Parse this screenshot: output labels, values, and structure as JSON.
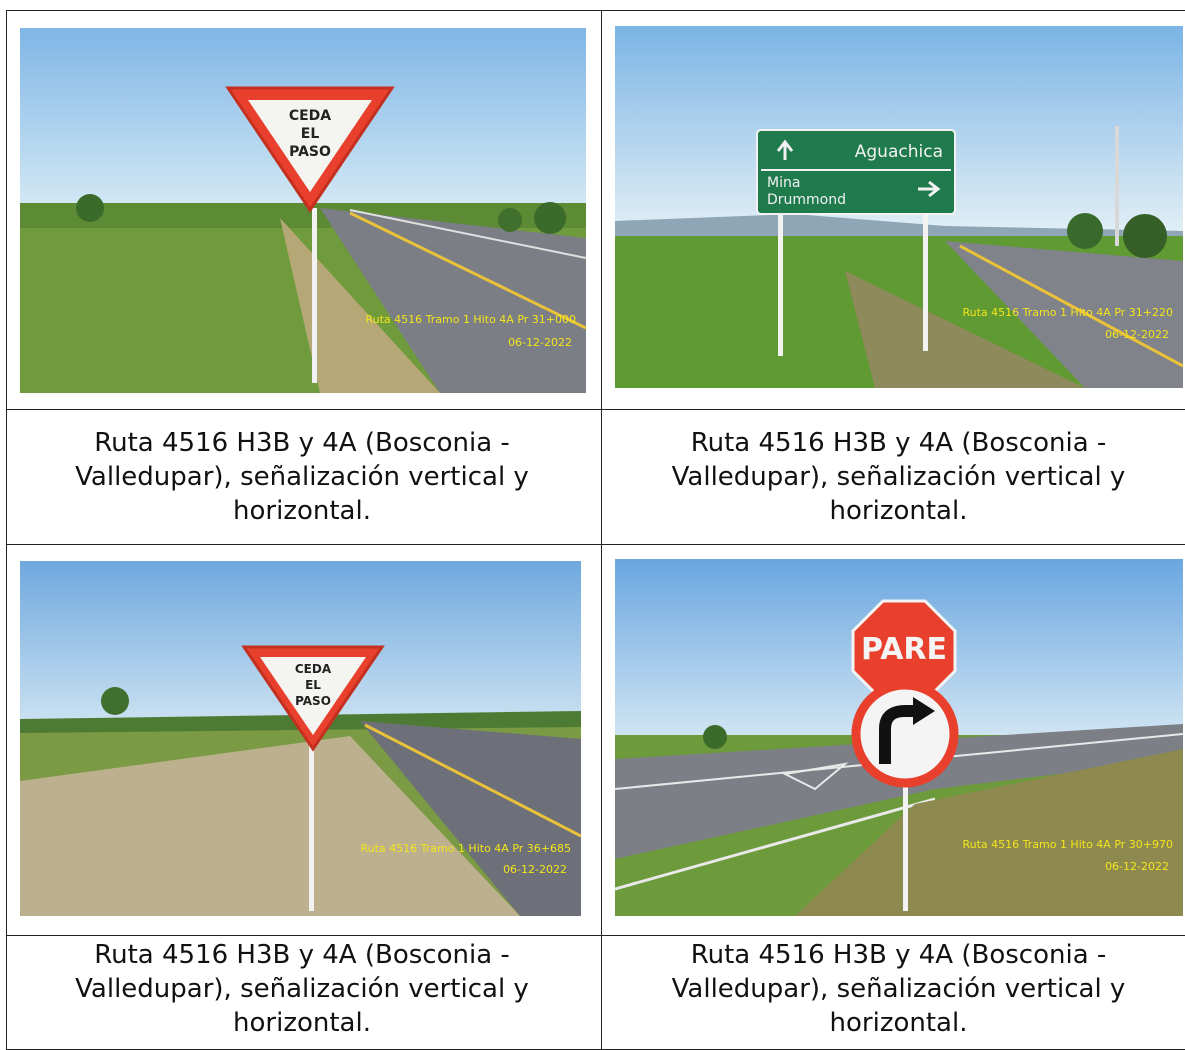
{
  "cells": [
    {
      "caption": "Ruta 4516 H3B y 4A (Bosconia - Valledupar), señalización vertical y horizontal.",
      "sign_type": "yield-sign",
      "sign_lines": [
        "CEDA",
        "EL",
        "PASO"
      ],
      "stamp_line1": "Ruta 4516 Tramo 1 Hito 4A  Pr 31+000",
      "stamp_line2": "06-12-2022"
    },
    {
      "caption": "Ruta 4516 H3B y 4A (Bosconia - Valledupar), señalización vertical y horizontal.",
      "sign_type": "destination-sign",
      "sign_line1": "Aguachica",
      "sign_line2a": "Mina",
      "sign_line2b": "Drummond",
      "stamp_line1": "Ruta 4516 Tramo 1 Hito 4A  Pr 31+220",
      "stamp_line2": "06-12-2022"
    },
    {
      "caption": "Ruta 4516 H3B y 4A (Bosconia - Valledupar), señalización vertical y horizontal.",
      "sign_type": "yield-sign",
      "sign_lines": [
        "CEDA",
        "EL",
        "PASO"
      ],
      "stamp_line1": "Ruta 4516 Tramo 1 Hito 4A  Pr 36+685",
      "stamp_line2": "06-12-2022"
    },
    {
      "caption": "Ruta 4516 H3B y 4A (Bosconia - Valledupar), señalización vertical y horizontal.",
      "sign_type": "stop-and-right-turn-sign",
      "sign_text": "PARE",
      "stamp_line1": "Ruta 4516 Tramo 1 Hito 4A  Pr 30+970",
      "stamp_line2": "06-12-2022"
    }
  ],
  "colors": {
    "sky": "#9cc7ea",
    "grass": "#6e9a3a",
    "road": "#7c7f86",
    "sign_red": "#e8402c",
    "sign_green": "#1f7a4c",
    "stamp_yellow": "#f3e51b"
  }
}
